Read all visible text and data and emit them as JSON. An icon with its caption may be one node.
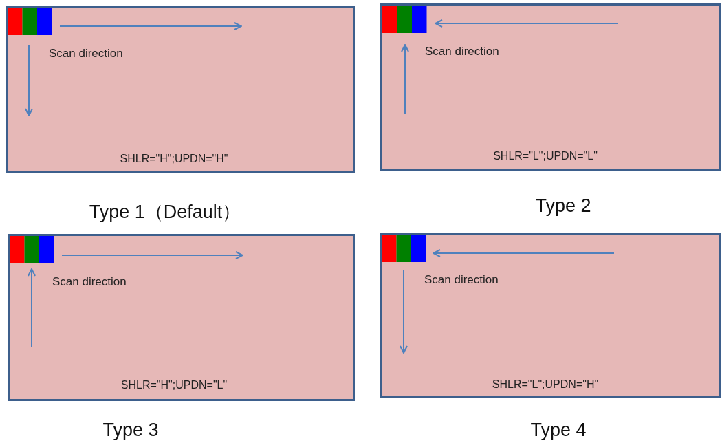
{
  "diagram": {
    "nodes": [
      {
        "text": [
          "Scan direction",
          "SHLR=\"H\";UPDN=\"H\""
        ]
      },
      {
        "text": [
          "Scan direction",
          "SHLR=\"L\";UPDN=\"L\""
        ]
      },
      {
        "text": [
          "Scan direction",
          "SHLR=\"H\";UPDN=\"L\""
        ]
      },
      {
        "text": [
          "Scan direction",
          "SHLR=\"L\";UPDN=\"H\""
        ]
      }
    ],
    "labels": [
      "Type 1（Default）",
      "Type 2",
      "Type 3",
      "Type 4"
    ]
  }
}
